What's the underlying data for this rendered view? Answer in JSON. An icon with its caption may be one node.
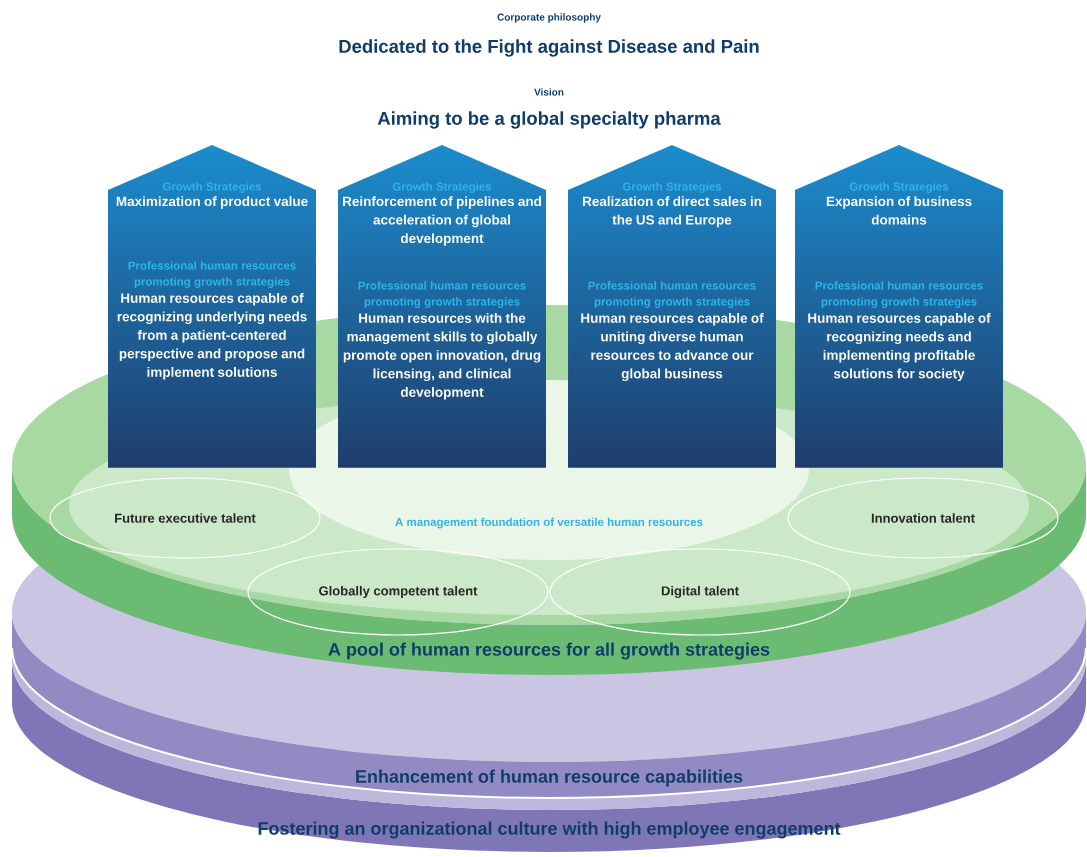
{
  "diagram": {
    "nodes": [
      {
        "text": [
          "Growth Strategies",
          "Maximization of product value",
          "Professional human resources promoting growth strategies",
          "Human resources capable of recognizing underlying needs from a patient-centered perspective and propose and implement solutions"
        ]
      },
      {
        "text": [
          "Growth Strategies",
          "Reinforcement of pipelines and acceleration of global development",
          "Professional human resources promoting growth strategies",
          "Human resources with the management skills to globally promote open innovation, drug licensing, and clinical development"
        ]
      },
      {
        "text": [
          "Growth Strategies",
          "Realization of direct sales in the US and Europe",
          "Professional human resources promoting growth strategies",
          "Human resources capable of uniting diverse human resources to advance our global business"
        ]
      },
      {
        "text": [
          "Growth Strategies",
          "Expansion of business domains",
          "Professional human resources promoting growth strategies",
          "Human resources capable of recognizing needs and implementing profitable solutions for society"
        ]
      },
      {
        "text": [
          "A management foundation of versatile human resources",
          "A pool of human resources for all growth strategies"
        ]
      },
      {
        "text": [
          "Future executive talent"
        ]
      },
      {
        "text": [
          "Innovation talent"
        ]
      },
      {
        "text": [
          "Globally competent talent"
        ]
      },
      {
        "text": [
          "Digital talent"
        ]
      },
      {
        "text": [
          "Enhancement of human resource capabilities"
        ]
      },
      {
        "text": [
          "Fostering an organizational culture with high employee engagement"
        ]
      }
    ],
    "labels": [
      "Corporate philosophy",
      "Dedicated to the Fight against Disease and Pain",
      "Vision",
      "Aiming to be a global specialty pharma"
    ]
  }
}
